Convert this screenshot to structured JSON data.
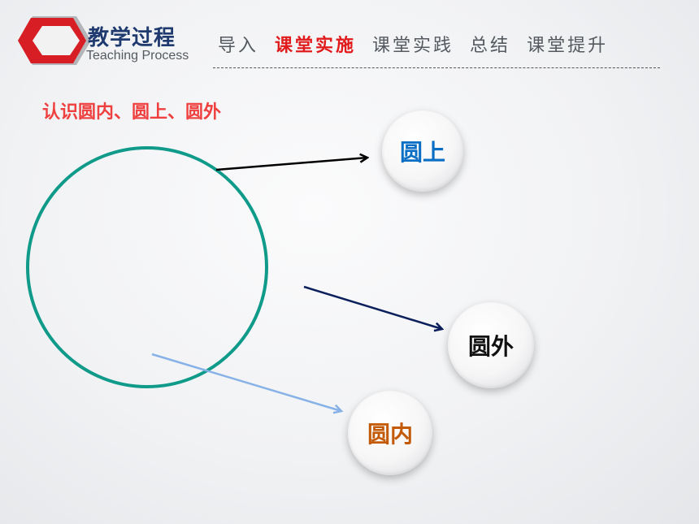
{
  "header": {
    "title_cn": "教学过程",
    "title_en": "Teaching Process",
    "nav": [
      "导入",
      "课堂实施",
      "课堂实践",
      "总结",
      "课堂提升"
    ],
    "active_nav": "课堂实施"
  },
  "section": {
    "title": "认识圆内、圆上、圆外"
  },
  "labels": {
    "on_circle": "圆上",
    "outside": "圆外",
    "inside": "圆内"
  },
  "colors": {
    "circle": "#0f9a8a",
    "arrow_on": "#000000",
    "arrow_outside": "#0b1f5c",
    "arrow_inside": "#86b2e8",
    "logo_red": "#d81e25",
    "accent_red": "#ef4040"
  }
}
